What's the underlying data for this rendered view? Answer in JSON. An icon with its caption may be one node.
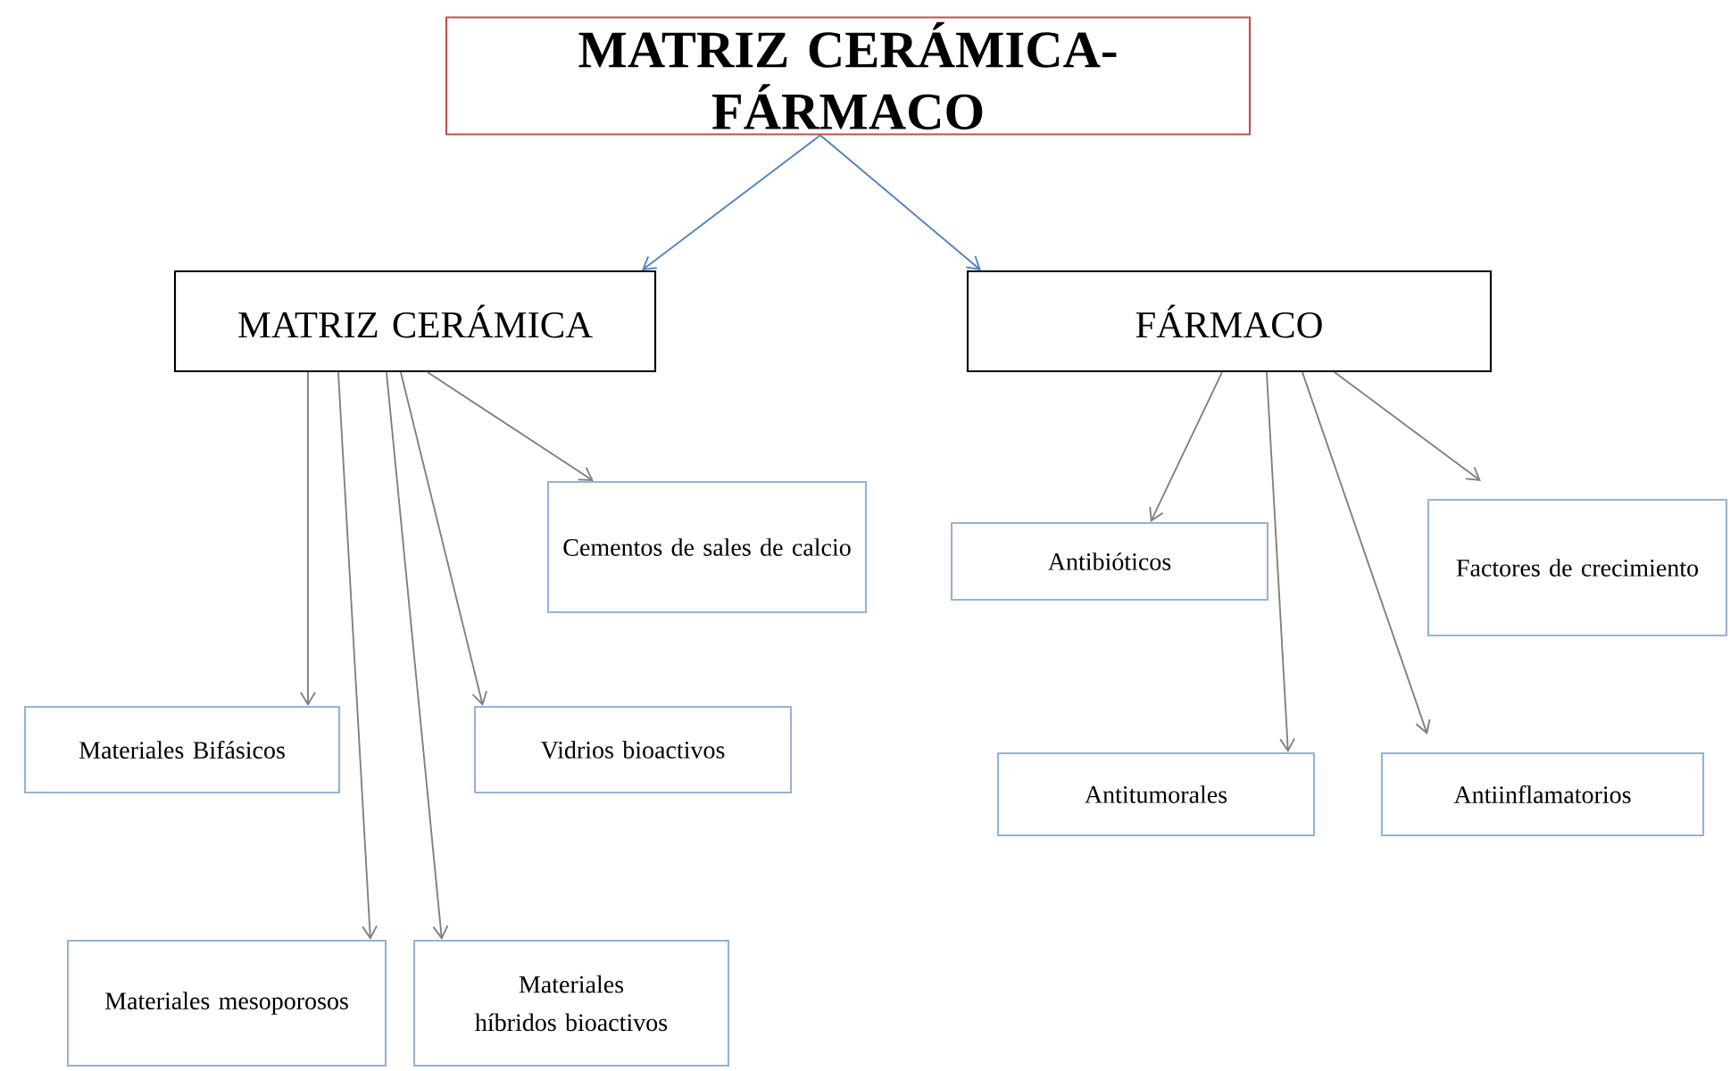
{
  "diagram": {
    "nodes": [
      {
        "text": [
          "MATRIZ CERÁMICA- FÁRMACO"
        ]
      },
      {
        "text": [
          "MATRIZ CERÁMICA"
        ]
      },
      {
        "text": [
          "FÁRMACO"
        ]
      },
      {
        "text": [
          "Cementos de sales de calcio"
        ]
      },
      {
        "text": [
          "Materiales Bifásicos"
        ]
      },
      {
        "text": [
          "Vidrios bioactivos"
        ]
      },
      {
        "text": [
          "Materiales mesoporosos"
        ]
      },
      {
        "text": [
          "Materiales híbridos bioactivos"
        ]
      },
      {
        "text": [
          "Antibióticos"
        ]
      },
      {
        "text": [
          "Factores de crecimiento"
        ]
      },
      {
        "text": [
          "Antitumorales"
        ]
      },
      {
        "text": [
          "Antiinflamatorios"
        ]
      }
    ],
    "edges": [
      {
        "from": 0,
        "to": 1,
        "arrow": "to",
        "color": "#4f81bd"
      },
      {
        "from": 0,
        "to": 2,
        "arrow": "to",
        "color": "#4f81bd"
      },
      {
        "from": 1,
        "to": 3,
        "arrow": "to"
      },
      {
        "from": 1,
        "to": 4,
        "arrow": "to"
      },
      {
        "from": 1,
        "to": 5,
        "arrow": "to"
      },
      {
        "from": 1,
        "to": 6,
        "arrow": "to"
      },
      {
        "from": 1,
        "to": 7,
        "arrow": "to"
      },
      {
        "from": 2,
        "to": 8,
        "arrow": "to"
      },
      {
        "from": 2,
        "to": 9,
        "arrow": "to"
      },
      {
        "from": 2,
        "to": 10,
        "arrow": "to"
      },
      {
        "from": 2,
        "to": 11,
        "arrow": "to"
      }
    ]
  }
}
